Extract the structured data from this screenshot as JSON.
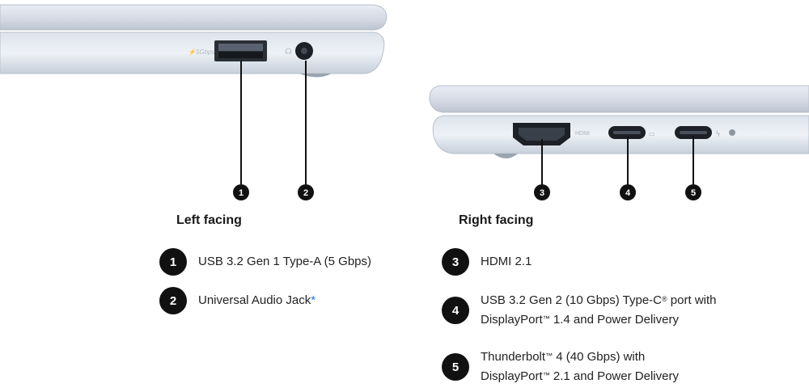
{
  "laptop_marks": {
    "left_usb_label": "⚡5Gbps",
    "right_hdmi_label": "HDMI"
  },
  "callouts": [
    "1",
    "2",
    "3",
    "4",
    "5"
  ],
  "left": {
    "title": "Left facing",
    "items": [
      {
        "num": "1",
        "text": "USB 3.2 Gen 1 Type-A  (5 Gbps)"
      },
      {
        "num": "2",
        "text": "Universal Audio Jack",
        "mark": "*"
      }
    ]
  },
  "right": {
    "title": "Right facing",
    "items": [
      {
        "num": "3",
        "line1": "HDMI 2.1"
      },
      {
        "num": "4",
        "line1a": "USB 3.2 Gen 2 (10 Gbps) Type-C",
        "line1sup": "®",
        "line1b": " port with",
        "line2a": "DisplayPort",
        "line2sup": "™",
        "line2b": " 1.4 and Power Delivery"
      },
      {
        "num": "5",
        "line1a": "Thunderbolt",
        "line1sup": "™",
        "line1b": " 4 (40 Gbps) with",
        "line2a": "DisplayPort",
        "line2sup": "™",
        "line2b": " 2.1 and Power Delivery"
      }
    ]
  }
}
